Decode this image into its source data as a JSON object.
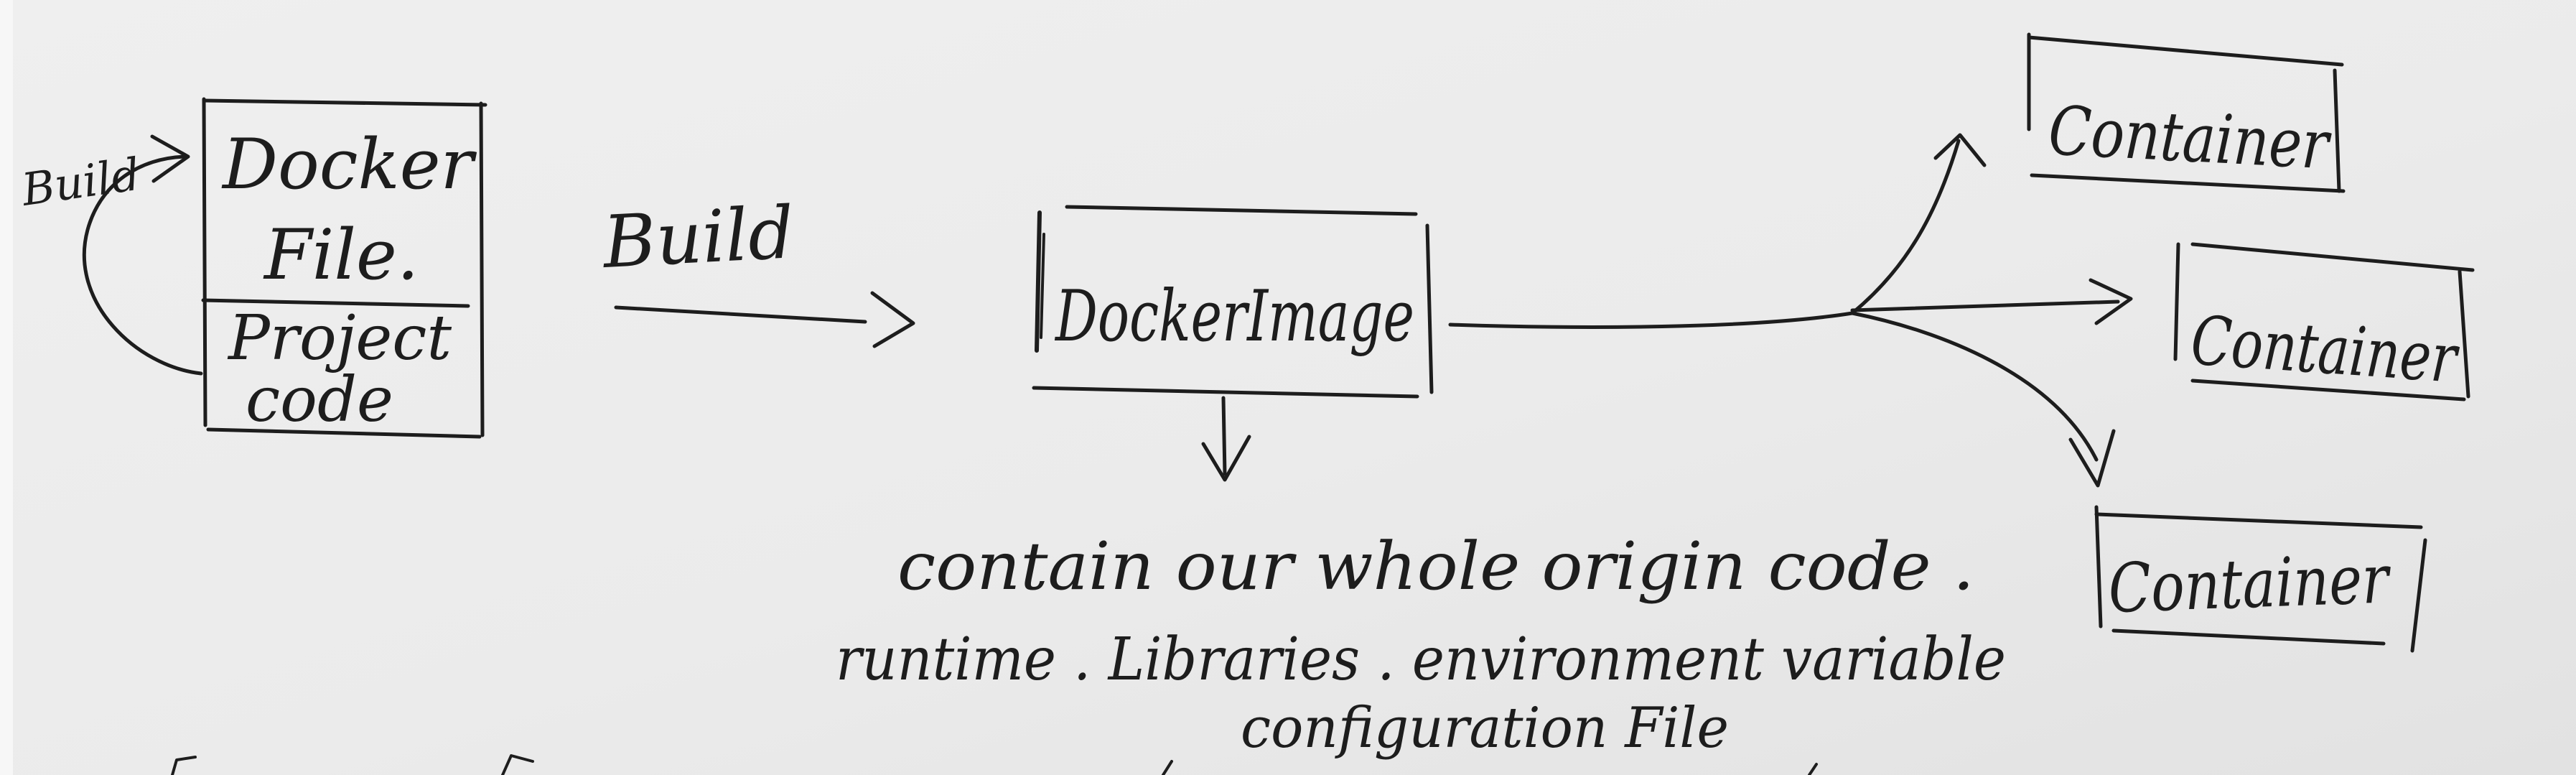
{
  "diagram": {
    "source_box": {
      "top_label_line1": "Docker",
      "top_label_line2": "File.",
      "bottom_label_line1": "Project",
      "bottom_label_line2": "code",
      "loop_label": "Build"
    },
    "build_arrow_label": "Build",
    "image_box_label": "DockerImage",
    "image_description": {
      "line1": "contain our whole origin code .",
      "line2": "runtime . Libraries . environment variable",
      "line3": "configuration File"
    },
    "containers": [
      {
        "label": "Container"
      },
      {
        "label": "Container"
      },
      {
        "label": "Container"
      }
    ]
  },
  "colors": {
    "ink": "#1d1d1d",
    "paper": "#ededed"
  }
}
